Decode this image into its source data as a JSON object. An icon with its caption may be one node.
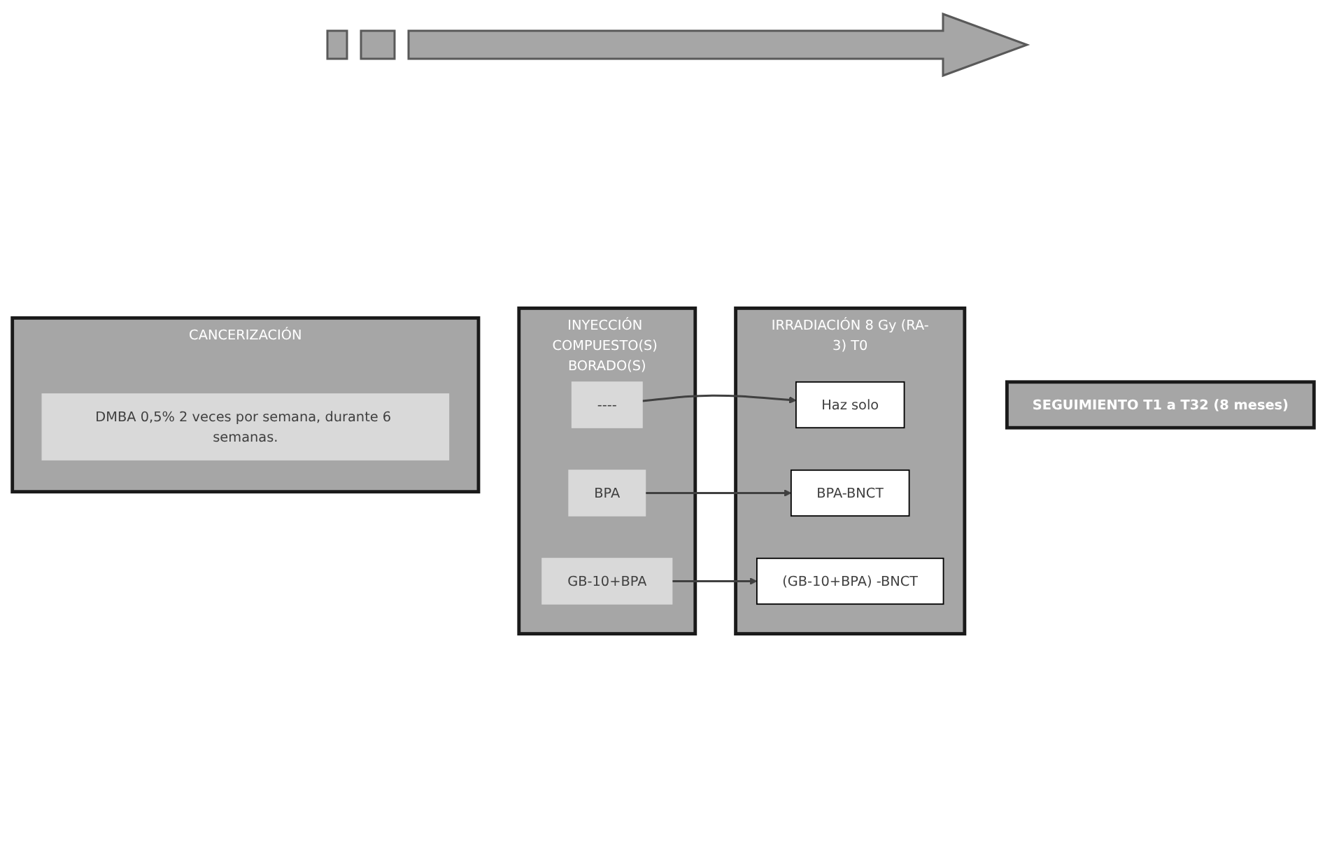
{
  "diagram": {
    "nodes": [
      {
        "text": [
          "CANCERIZACIÓN"
        ]
      },
      {
        "text": [
          "DMBA 0,5% 2 veces por semana, durante 6 semanas."
        ],
        "in": 0
      },
      {
        "text": [
          "INYECCIÓN COMPUESTO(S) BORADO(S)"
        ]
      },
      {
        "text": [
          "----"
        ],
        "in": 2
      },
      {
        "text": [
          "BPA"
        ],
        "in": 2
      },
      {
        "text": [
          "GB-10+BPA"
        ],
        "in": 2
      },
      {
        "text": [
          "IRRADIACIÓN 8 Gy (RA-3) T0"
        ]
      },
      {
        "text": [
          "Haz solo"
        ],
        "in": 6
      },
      {
        "text": [
          "BPA-BNCT"
        ],
        "in": 6
      },
      {
        "text": [
          "(GB-10+BPA) -BNCT"
        ],
        "in": 6
      },
      {
        "text": [
          "SEGUIMIENTO T1 a T32 (8 meses)"
        ]
      }
    ],
    "edges": [
      {
        "from": 3,
        "to": 7,
        "arrow": "to"
      },
      {
        "from": 4,
        "to": 8,
        "arrow": "to"
      },
      {
        "from": 5,
        "to": 9,
        "arrow": "to"
      }
    ]
  }
}
